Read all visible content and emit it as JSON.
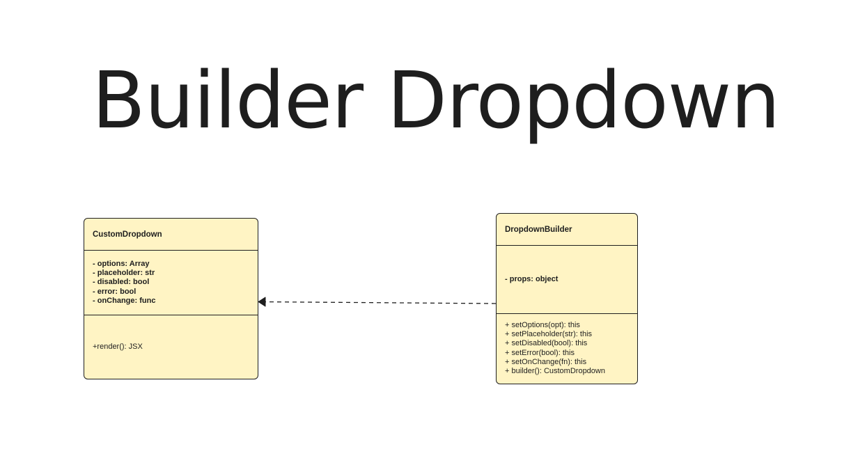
{
  "title": "Builder Dropdown",
  "classes": [
    {
      "name": "CustomDropdown",
      "attributes": [
        "- options: Array",
        "- placeholder: str",
        "- disabled: bool",
        "- error: bool",
        "- onChange: func"
      ],
      "methods": [
        "+render(): JSX"
      ]
    },
    {
      "name": "DropdownBuilder",
      "attributes": [
        "- props: object"
      ],
      "methods": [
        "+ setOptions(opt): this",
        "+ setPlaceholder(str): this",
        "+ setDisabled(bool): this",
        "+ setError(bool): this",
        "+ setOnChange(fn): this",
        "+ builder(): CustomDropdown"
      ]
    }
  ],
  "relations": [
    {
      "from": "DropdownBuilder",
      "to": "CustomDropdown",
      "kind": "dependency",
      "style": "dashed",
      "arrow": "open"
    }
  ],
  "colors": {
    "class_fill": "#fff4c4",
    "stroke": "#1e1e1e",
    "background": "#ffffff"
  }
}
